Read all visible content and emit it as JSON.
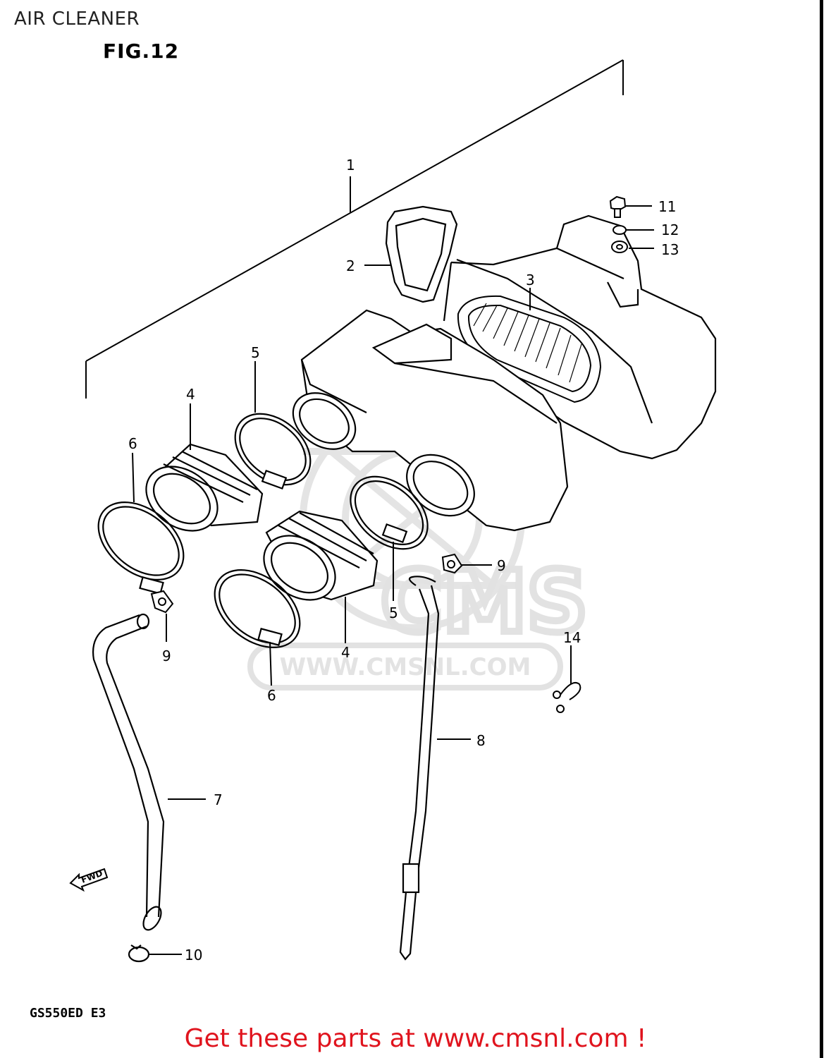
{
  "page": {
    "title": "AIR CLEANER",
    "figure": "FIG.12",
    "model": "GS550ED E3",
    "footer": "Get these parts at www.cmsnl.com !"
  },
  "watermark": {
    "letters": "CMS",
    "url": "WWW.CMSNL.COM"
  },
  "direction_label": "FWD",
  "callouts": [
    "1",
    "2",
    "3",
    "4",
    "5",
    "6",
    "7",
    "8",
    "9",
    "10",
    "11",
    "12",
    "13",
    "14"
  ],
  "callout_instances": [
    {
      "id": "1",
      "text": "1"
    },
    {
      "id": "2",
      "text": "2"
    },
    {
      "id": "3",
      "text": "3"
    },
    {
      "id": "4",
      "text": "4"
    },
    {
      "id": "4",
      "text": "4"
    },
    {
      "id": "5",
      "text": "5"
    },
    {
      "id": "5",
      "text": "5"
    },
    {
      "id": "6",
      "text": "6"
    },
    {
      "id": "6",
      "text": "6"
    },
    {
      "id": "7",
      "text": "7"
    },
    {
      "id": "8",
      "text": "8"
    },
    {
      "id": "9",
      "text": "9"
    },
    {
      "id": "9",
      "text": "9"
    },
    {
      "id": "10",
      "text": "10"
    },
    {
      "id": "11",
      "text": "11"
    },
    {
      "id": "12",
      "text": "12"
    },
    {
      "id": "13",
      "text": "13"
    },
    {
      "id": "14",
      "text": "14"
    }
  ],
  "colors": {
    "footer": "#e0141e",
    "line": "#000000",
    "watermark": "#e2e2e2"
  }
}
